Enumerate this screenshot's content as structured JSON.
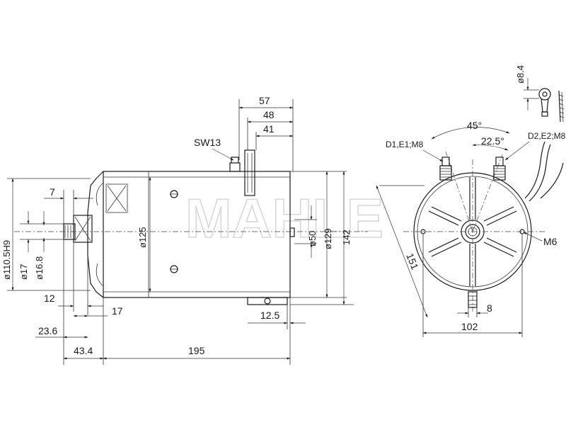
{
  "watermark": "MAHLE",
  "side_view": {
    "callouts": {
      "sw": "SW13"
    },
    "dimensions": {
      "d57": "57",
      "d48": "48",
      "d41": "41",
      "d7": "7",
      "d110": "ø110.5H9",
      "d17": "ø17",
      "d168": "ø16.8",
      "d125": "ø125",
      "d50": "ø50",
      "d129": "ø129",
      "d142": "142",
      "d12": "12",
      "d17b": "17",
      "d236": "23.6",
      "d434": "43.4",
      "d195": "195",
      "d125b": "12.5"
    }
  },
  "end_view": {
    "callouts": {
      "terminals_left": "D1,E1;M8",
      "terminals_right": "D2,E2;M8",
      "m6": "M6"
    },
    "dimensions": {
      "a45": "45°",
      "a225": "22.5°",
      "d151": "151",
      "d8": "8",
      "d102": "102",
      "d84": "ø8.4"
    }
  }
}
